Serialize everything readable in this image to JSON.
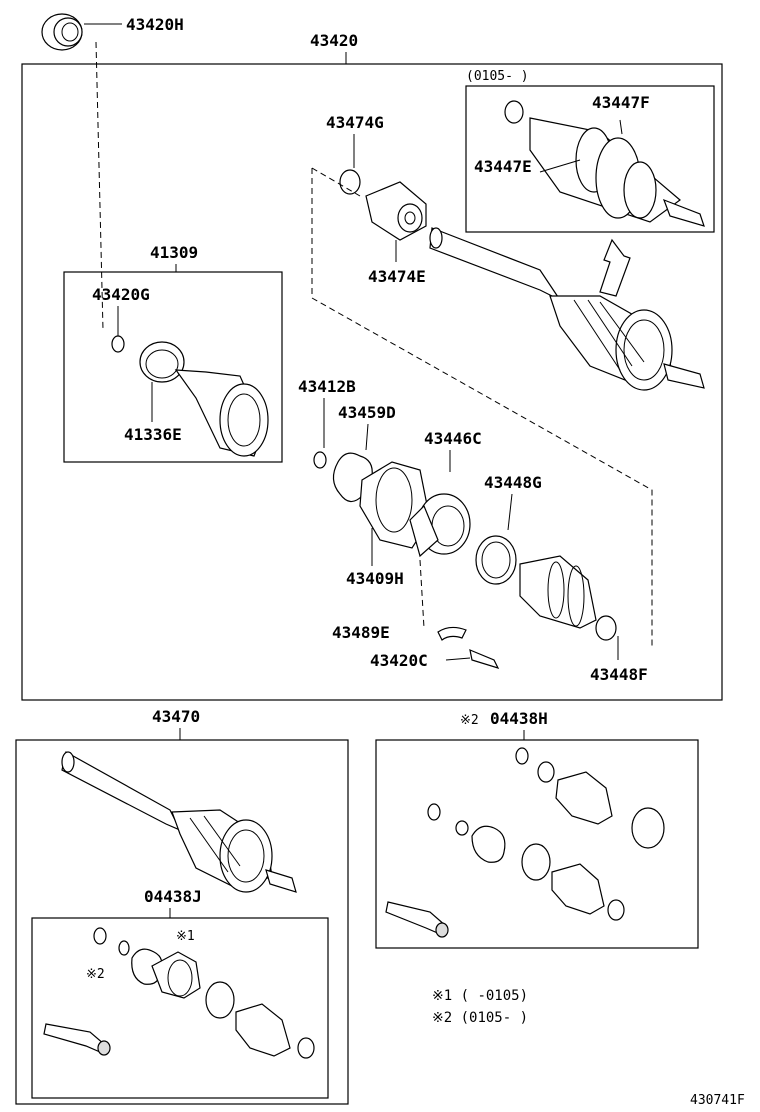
{
  "labels": {
    "p43420H": "43420H",
    "p43420": "43420",
    "p0105box": "(0105-      )",
    "p43447F": "43447F",
    "p43447E": "43447E",
    "p43474G": "43474G",
    "p43474E": "43474E",
    "p41309": "41309",
    "p43420G": "43420G",
    "p41336E": "41336E",
    "p43412B": "43412B",
    "p43459D": "43459D",
    "p43446C": "43446C",
    "p43448G": "43448G",
    "p43409H": "43409H",
    "p43489E": "43489E",
    "p43420C": "43420C",
    "p43448F": "43448F",
    "p43470": "43470",
    "p04438J": "04438J",
    "mark1": "※1",
    "mark2": "※2",
    "p04438H_mark": "※2",
    "p04438H": "04438H"
  },
  "notes": {
    "note1": "※1 (     -0105)",
    "note2": "※2 (0105-      )"
  },
  "figure_id": "430741F"
}
